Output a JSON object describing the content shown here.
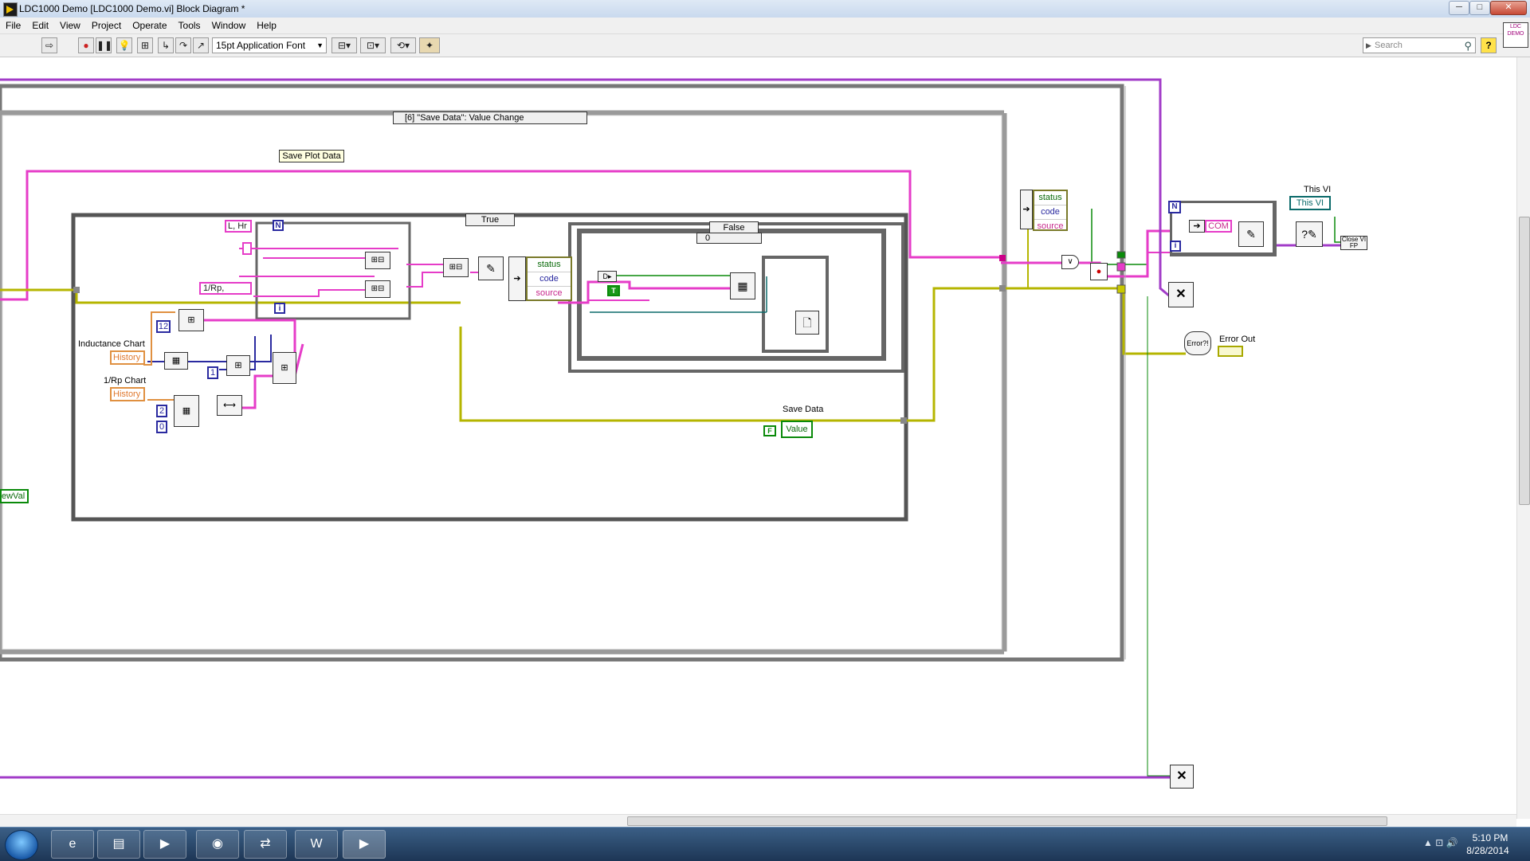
{
  "window": {
    "title": "LDC1000 Demo [LDC1000 Demo.vi] Block Diagram *",
    "controls": {
      "minimize": "─",
      "maximize": "□",
      "close": "✕"
    }
  },
  "menu": [
    "File",
    "Edit",
    "View",
    "Project",
    "Operate",
    "Tools",
    "Window",
    "Help"
  ],
  "toolbar": {
    "font": "15pt Application Font",
    "search_placeholder": "Search",
    "help": "?",
    "vi_icon_text": "LDC DEMO"
  },
  "diagram": {
    "event_case_label": "[6] \"Save Data\": Value Change",
    "save_plot_data_label": "Save Plot Data",
    "true_case_label": "True",
    "false_case_label": "False",
    "sequence_frame_label": "0",
    "loop_count": "N",
    "loop_index": "i",
    "array_const_l": "L, Hr",
    "array_const_rp": "1/Rp,",
    "num_12": "12",
    "num_1": "1",
    "num_2": "2",
    "num_0": "0",
    "inductance_chart": "Inductance Chart",
    "rp_chart": "1/Rp Chart",
    "history": "History",
    "error_cluster": {
      "status": "status",
      "code": "code",
      "source": "source"
    },
    "save_data_label": "Save Data",
    "save_data_value": "Value",
    "false_const": "F",
    "true_const": "T",
    "newval": "ewVal",
    "com_label": "COM",
    "this_vi_label": "This VI",
    "this_vi_ref": "This VI",
    "close_vi_fp": "Close VI FP",
    "error_out": "Error Out"
  },
  "taskbar": {
    "time": "5:10 PM",
    "date": "8/28/2014",
    "apps": [
      "internet-explorer",
      "file-explorer",
      "media-player",
      "chrome",
      "teamviewer",
      "word",
      "labview"
    ]
  },
  "colors": {
    "error_wire": "#d6d600",
    "reference_wire": "#a23cc8",
    "string_wire": "#e63cc8",
    "numeric_wire": "#2a2aa0",
    "boolean_wire": "#0a8a0a"
  }
}
